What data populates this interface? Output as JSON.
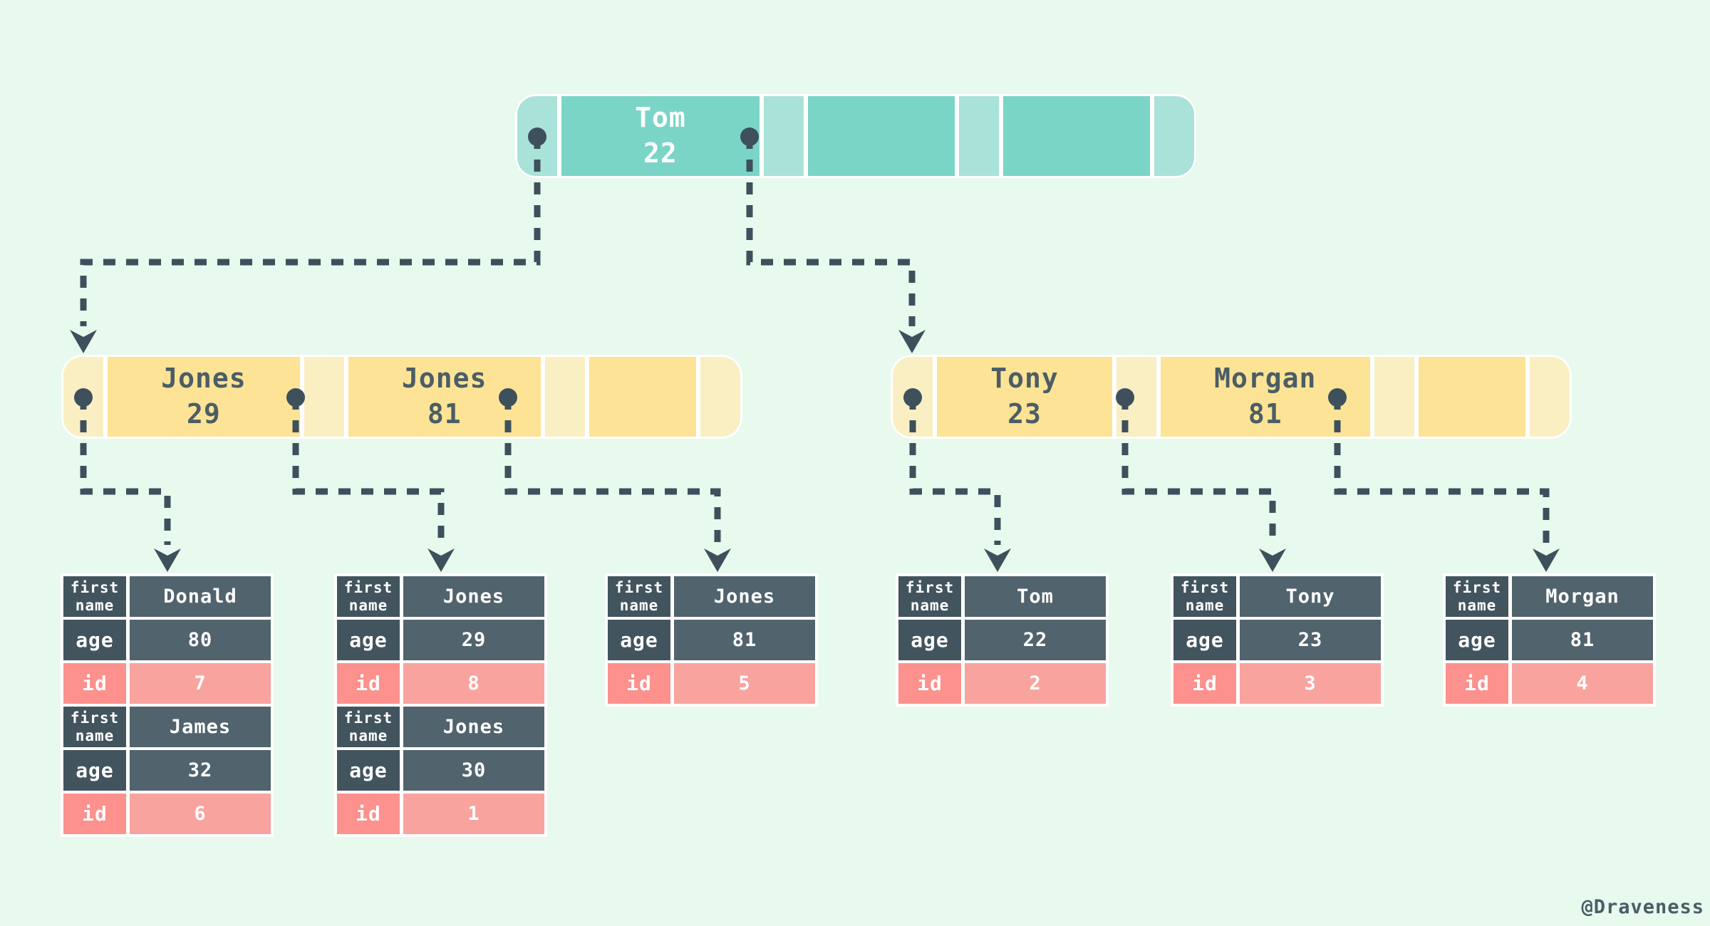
{
  "palette": {
    "background": "#e8f9ee",
    "teal": "#7ad5c7",
    "teal_light": "#a9e2d8",
    "yellow": "#fde395",
    "yellow_light": "#f9efc3",
    "slate": "#42545e",
    "slate_light": "#51636d",
    "pink": "#fc918d",
    "pink_light": "#f9a39f",
    "line": "#3e505b",
    "node_text_dark": "#4b5d66",
    "white": "#ffffff"
  },
  "tree": {
    "root": {
      "key1_name": "Tom",
      "key1_value": "22"
    },
    "internal_left": {
      "key1_name": "Jones",
      "key1_value": "29",
      "key2_name": "Jones",
      "key2_value": "81"
    },
    "internal_right": {
      "key1_name": "Tony",
      "key1_value": "23",
      "key2_name": "Morgan",
      "key2_value": "81"
    }
  },
  "labels": {
    "first": "first",
    "name": "name",
    "age": "age",
    "id": "id"
  },
  "leaves": [
    {
      "records": [
        {
          "first_name": "Donald",
          "age": "80",
          "id": "7"
        },
        {
          "first_name": "James",
          "age": "32",
          "id": "6"
        }
      ]
    },
    {
      "records": [
        {
          "first_name": "Jones",
          "age": "29",
          "id": "8"
        },
        {
          "first_name": "Jones",
          "age": "30",
          "id": "1"
        }
      ]
    },
    {
      "records": [
        {
          "first_name": "Jones",
          "age": "81",
          "id": "5"
        }
      ]
    },
    {
      "records": [
        {
          "first_name": "Tom",
          "age": "22",
          "id": "2"
        }
      ]
    },
    {
      "records": [
        {
          "first_name": "Tony",
          "age": "23",
          "id": "3"
        }
      ]
    },
    {
      "records": [
        {
          "first_name": "Morgan",
          "age": "81",
          "id": "4"
        }
      ]
    }
  ],
  "signature": "@Draveness"
}
